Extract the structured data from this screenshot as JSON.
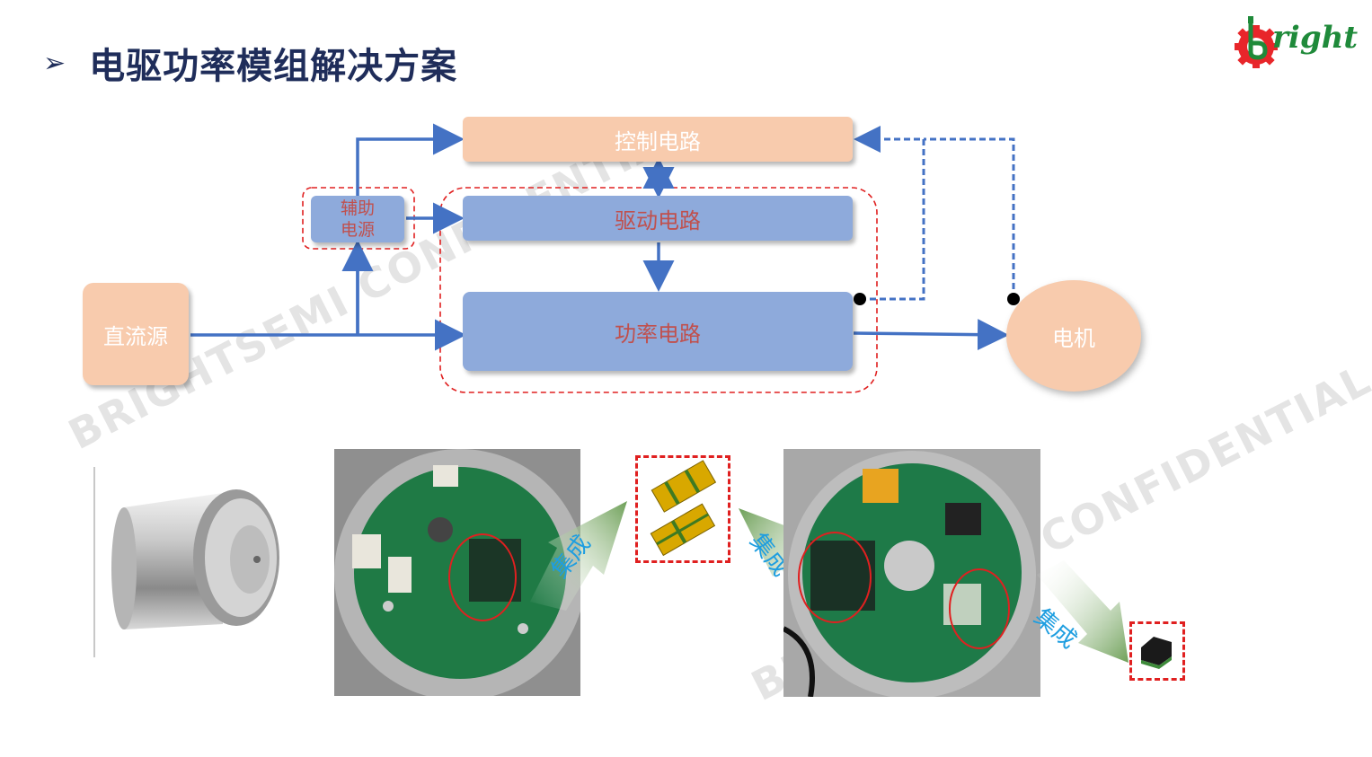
{
  "header": {
    "bullet": "➢",
    "title": "电驱功率模组解决方案"
  },
  "logo": {
    "text": "right"
  },
  "diagram": {
    "control": "控制电路",
    "aux_line1": "辅助",
    "aux_line2": "电源",
    "drive": "驱动电路",
    "power": "功率电路",
    "dc": "直流源",
    "motor": "电机"
  },
  "photos": {
    "integrate_left": "集成",
    "integrate_mid": "集成",
    "integrate_right": "集成"
  },
  "watermark": {
    "left": "BRIGHTSEMI CONFIDENTIAL",
    "right": "BRIGHTSEMI CONFIDENTIAL"
  },
  "colors": {
    "title": "#1f2d5a",
    "arrow": "#4472c4",
    "orange_box": "#f8cbad",
    "blue_box": "#8eaadb",
    "dash_red": "#e02020",
    "text_red": "#c0504d",
    "integr": "#1e9ee0"
  }
}
